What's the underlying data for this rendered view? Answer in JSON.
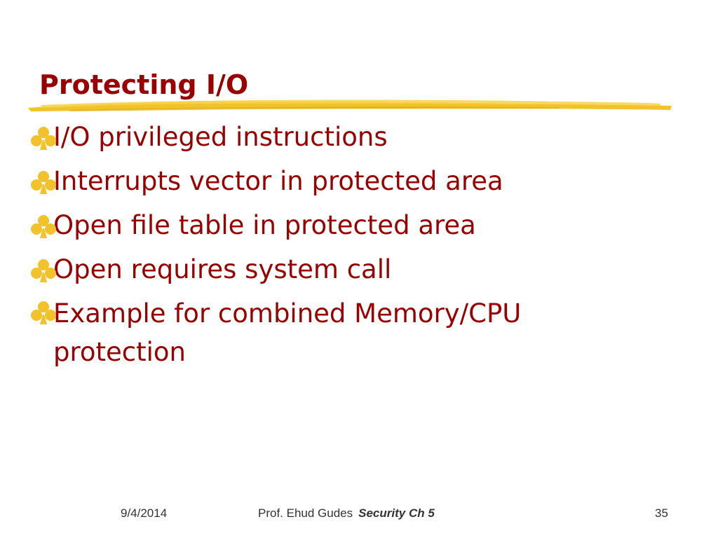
{
  "slide": {
    "title": "Protecting I/O",
    "bullets": [
      {
        "text": "I/O privileged instructions"
      },
      {
        "text": "Interrupts vector in protected area"
      },
      {
        "text": "Open file table in protected area"
      },
      {
        "text": "Open requires system call"
      },
      {
        "text": "Example for combined Memory/CPU protection"
      }
    ],
    "bullet_icon": "club-icon",
    "colors": {
      "title": "#990000",
      "text": "#990000",
      "accent": "#F2C22A"
    }
  },
  "footer": {
    "date": "9/4/2014",
    "author": "Prof. Ehud Gudes",
    "course": "Security  Ch 5",
    "page_number": "35"
  }
}
